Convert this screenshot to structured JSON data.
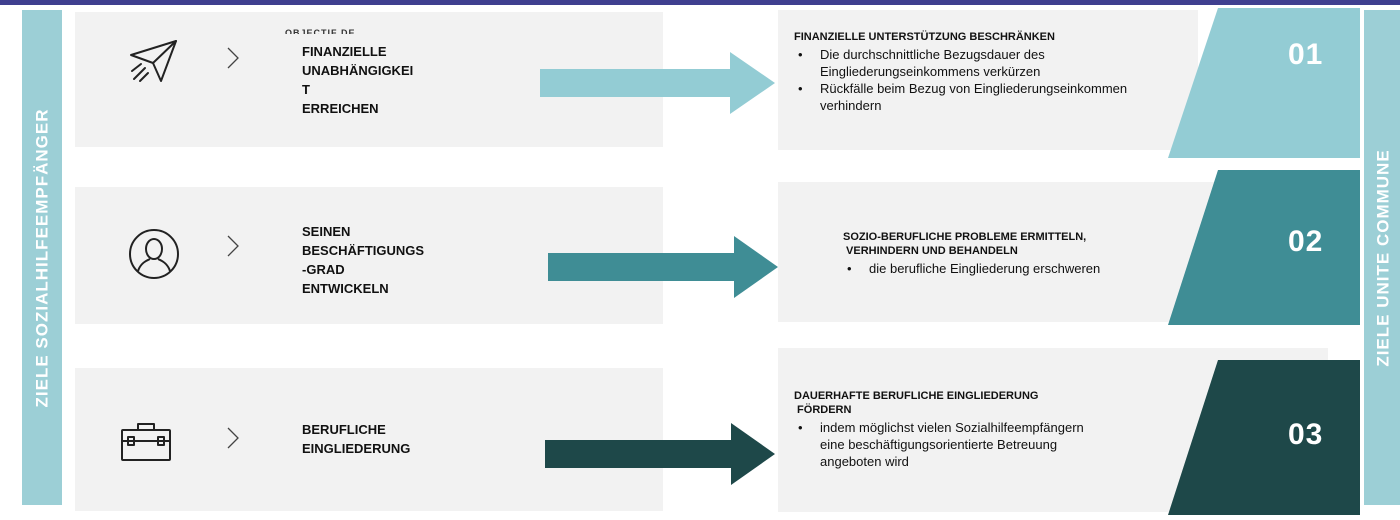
{
  "sidebars": {
    "left": "ZIELE SOZIALHILFEEMPFÄNGER",
    "right": "ZIELE UNITE COMMUNE"
  },
  "colors": {
    "row1": "#93ccd4",
    "row2": "#3f8d95",
    "row3": "#1e4849",
    "sidebar": "#9ccfd6",
    "panel": "#f2f2f2"
  },
  "rows": [
    {
      "icon": "paper-plane-icon",
      "cutoff_text": "OBJECTIF DE",
      "label_lines": [
        "FINANZIELLE",
        "UNABHÄNGIGKEI",
        "T",
        "ERREICHEN"
      ],
      "right_title": "FINANZIELLE UNTERSTÜTZUNG BESCHRÄNKEN",
      "bullets": [
        "Die durchschnittliche Bezugsdauer des Eingliederungseinkommens verkürzen",
        "Rückfälle beim Bezug von Eingliederungseinkommen verhindern"
      ],
      "number": "01"
    },
    {
      "icon": "person-icon",
      "label_lines": [
        "SEINEN",
        "BESCHÄFTIGUNGS",
        "-GRAD",
        "ENTWICKELN"
      ],
      "right_title_lines": [
        "SOZIO-BERUFLICHE PROBLEME ERMITTELN,",
        " VERHINDERN UND BEHANDELN"
      ],
      "bullets": [
        "die berufliche Eingliederung erschweren"
      ],
      "number": "02"
    },
    {
      "icon": "briefcase-icon",
      "label_lines": [
        "BERUFLICHE",
        "EINGLIEDERUNG"
      ],
      "right_title_lines": [
        "DAUERHAFTE BERUFLICHE EINGLIEDERUNG",
        " FÖRDERN"
      ],
      "bullets": [
        "indem möglichst vielen Sozialhilfeempfängern eine beschäftigungsorientierte Betreuung angeboten wird"
      ],
      "number": "03"
    }
  ]
}
